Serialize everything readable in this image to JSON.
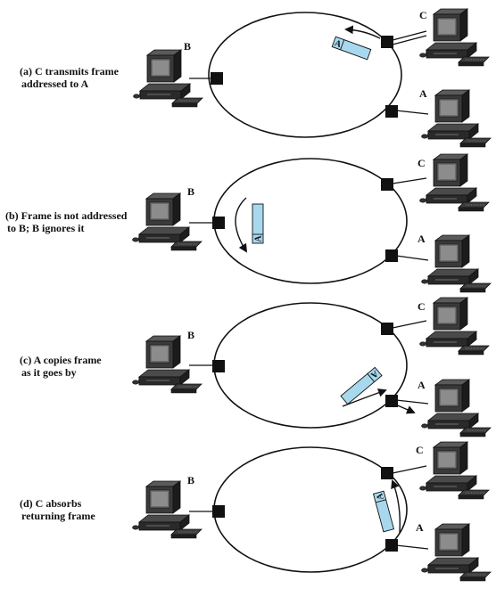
{
  "colors": {
    "frame_fill": "#a8d8ee",
    "line": "#111111"
  },
  "panels": [
    {
      "id": "a",
      "caption_lines": [
        "(a) C transmits frame",
        "addressed to A"
      ],
      "stations": [
        "B",
        "C",
        "A"
      ],
      "frame_label": "A"
    },
    {
      "id": "b",
      "caption_lines": [
        "(b) Frame is not addressed",
        "to B; B ignores it"
      ],
      "stations": [
        "B",
        "C",
        "A"
      ],
      "frame_label": "A"
    },
    {
      "id": "c",
      "caption_lines": [
        "(c) A copies frame",
        "as it goes by"
      ],
      "stations": [
        "B",
        "C",
        "A"
      ],
      "frame_label": "A"
    },
    {
      "id": "d",
      "caption_lines": [
        "(d) C absorbs",
        "returning frame"
      ],
      "stations": [
        "B",
        "C",
        "A"
      ],
      "frame_label": "A"
    }
  ]
}
